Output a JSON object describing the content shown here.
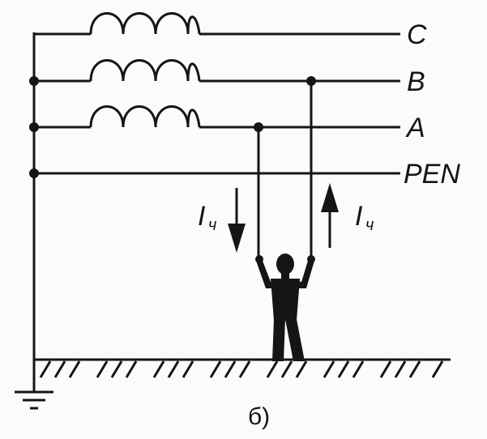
{
  "lines": {
    "c_label": "C",
    "b_label": "B",
    "a_label": "A",
    "pen_label": "PEN"
  },
  "currents": {
    "left": {
      "symbol": "I",
      "subscript": "ч",
      "direction": "down"
    },
    "right": {
      "symbol": "I",
      "subscript": "ч",
      "direction": "up"
    }
  },
  "caption": "б)",
  "colors": {
    "ink": "#151515",
    "paper": "#fbfbfb"
  },
  "icons": {
    "person": "human-silhouette-icon",
    "earth": "ground-symbol-icon"
  }
}
